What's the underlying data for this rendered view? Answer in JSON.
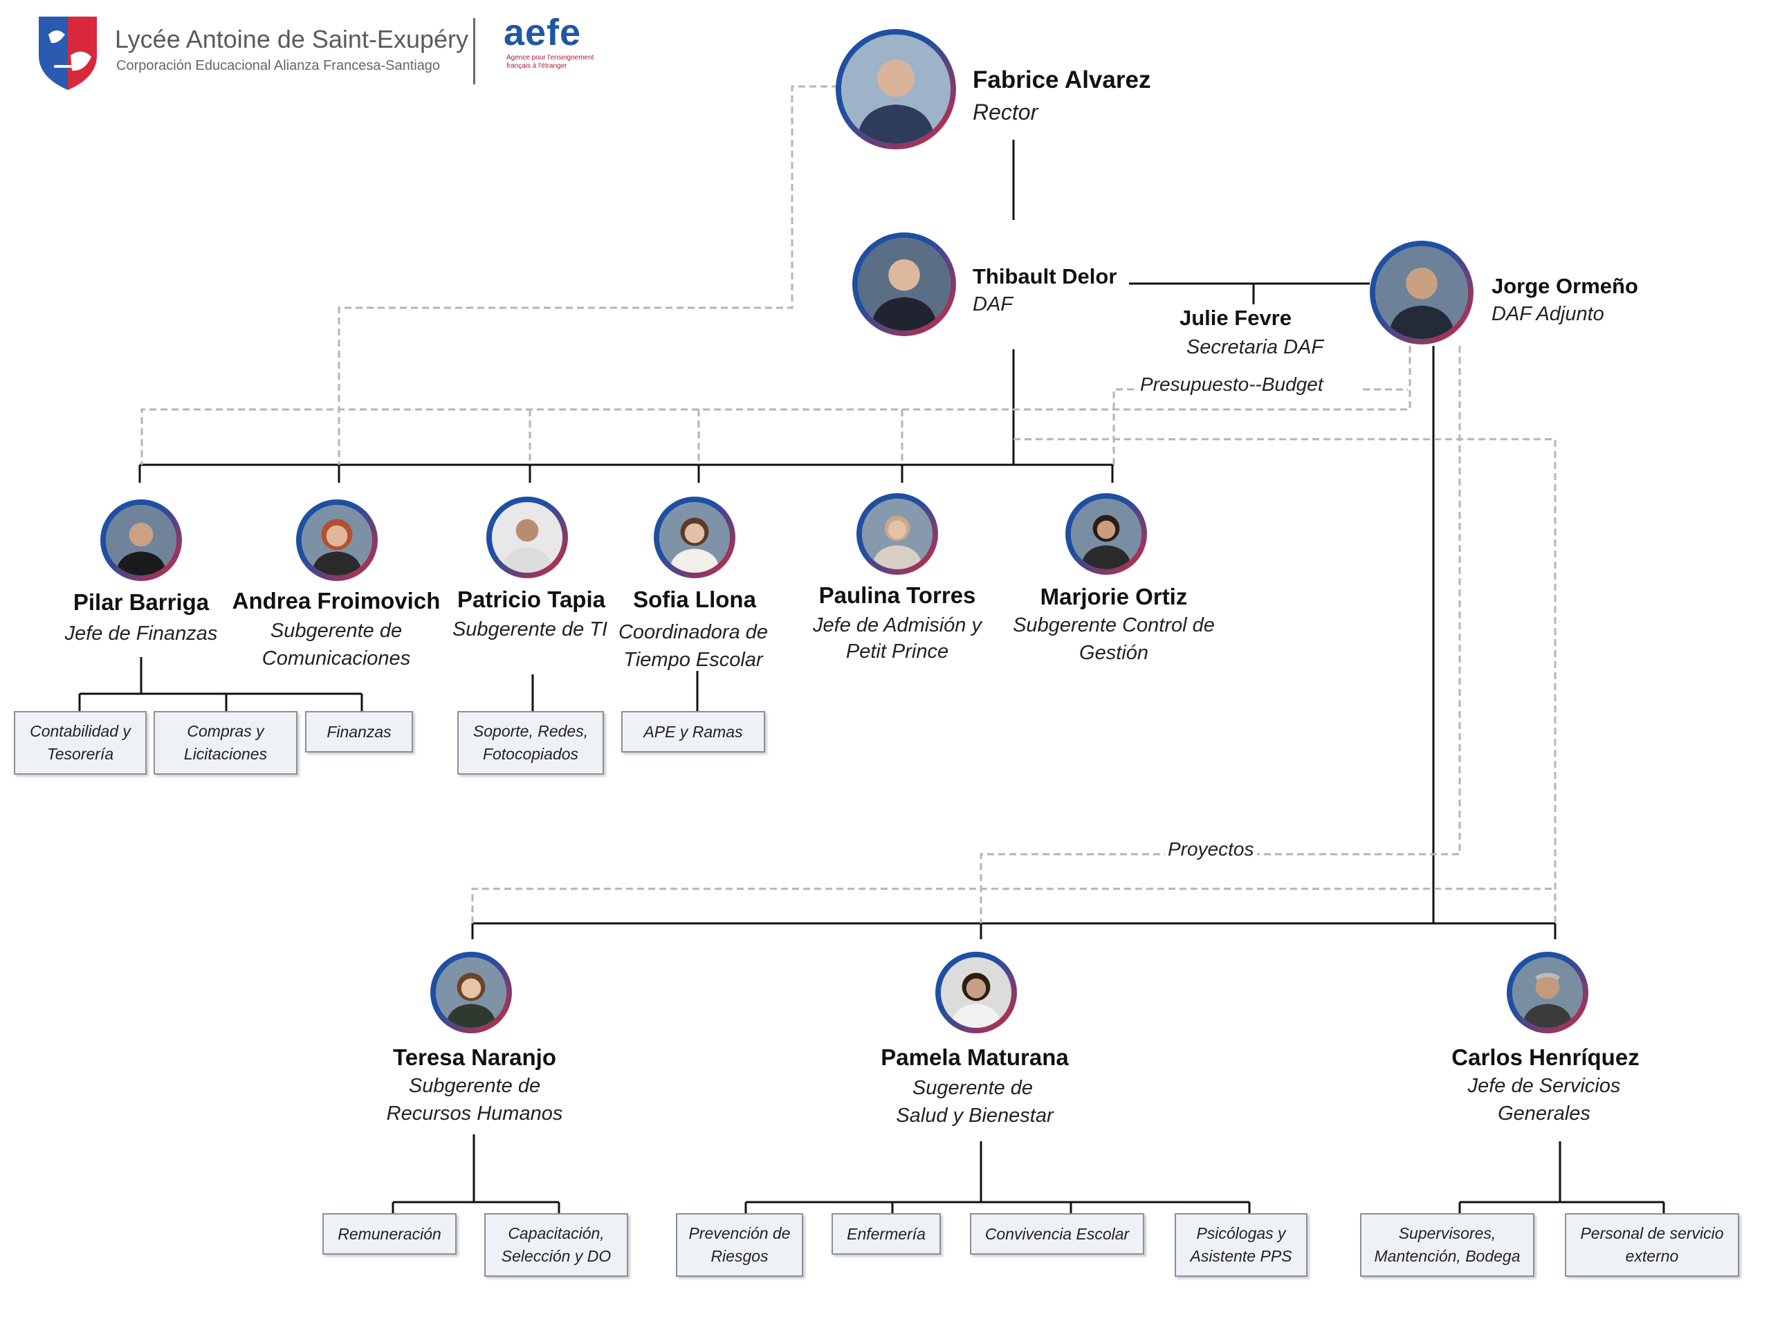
{
  "header": {
    "school_name": "Lycée Antoine de Saint-Exupéry",
    "school_subtitle": "Corporación Educacional Alianza Francesa-Santiago",
    "aefe_wordmark": "aefe",
    "aefe_tagline": "Agence pour l'enseignement français à l'étranger"
  },
  "people": {
    "rector": {
      "name": "Fabrice Alvarez",
      "role": "Rector"
    },
    "daf": {
      "name": "Thibault Delor",
      "role": "DAF"
    },
    "daf_adjunto": {
      "name": "Jorge Ormeño",
      "role": "DAF Adjunto"
    },
    "secretaria": {
      "name": "Julie Fevre",
      "role": "Secretaria DAF"
    },
    "pilar": {
      "name": "Pilar Barriga",
      "role": "Jefe de Finanzas"
    },
    "andrea": {
      "name": "Andrea Froimovich",
      "role_line1": "Subgerente de",
      "role_line2": "Comunicaciones"
    },
    "patricio": {
      "name": "Patricio Tapia",
      "role": "Subgerente de TI"
    },
    "sofia": {
      "name": "Sofia Llona",
      "role_line1": "Coordinadora de",
      "role_line2": "Tiempo Escolar"
    },
    "paulina": {
      "name": "Paulina Torres",
      "role_line1": "Jefe  de Admisión y",
      "role_line2": "Petit Prince"
    },
    "marjorie": {
      "name": "Marjorie Ortiz",
      "role_line1": "Subgerente Control de",
      "role_line2": "Gestión"
    },
    "teresa": {
      "name": "Teresa Naranjo",
      "role_line1": "Subgerente de",
      "role_line2": "Recursos Humanos"
    },
    "pamela": {
      "name": "Pamela Maturana",
      "role_line1": "Sugerente de",
      "role_line2": "Salud y Bienestar"
    },
    "carlos": {
      "name": "Carlos Henríquez",
      "role_line1": "Jefe de Servicios",
      "role_line2": "Generales"
    }
  },
  "dotted_labels": {
    "budget": "Presupuesto--Budget",
    "projects": "Proyectos"
  },
  "units": {
    "contabilidad": [
      "Contabilidad y",
      "Tesorería"
    ],
    "compras": [
      "Compras y",
      "Licitaciones"
    ],
    "finanzas": [
      "Finanzas"
    ],
    "soporte": [
      "Soporte, Redes,",
      "Fotocopiados"
    ],
    "ape": [
      "APE y Ramas"
    ],
    "remuneracion": [
      "Remuneración"
    ],
    "capacitacion": [
      "Capacitación,",
      "Selección y DO"
    ],
    "prevencion": [
      "Prevención de",
      "Riesgos"
    ],
    "enfermeria": [
      "Enfermería"
    ],
    "convivencia": [
      "Convivencia Escolar"
    ],
    "psicologos": [
      "Psicólogas y",
      "Asistente PPS"
    ],
    "supervisores": [
      "Supervisores,",
      "Mantención, Bodega"
    ],
    "personal": [
      "Personal de servicio",
      "externo"
    ]
  },
  "colors": {
    "photo_ring_blue": "#1e4fa3",
    "photo_ring_red": "#d8283b",
    "box_fill": "#eef1f6",
    "solid_line": "#111111",
    "dashed_line": "#b5b5b5"
  }
}
